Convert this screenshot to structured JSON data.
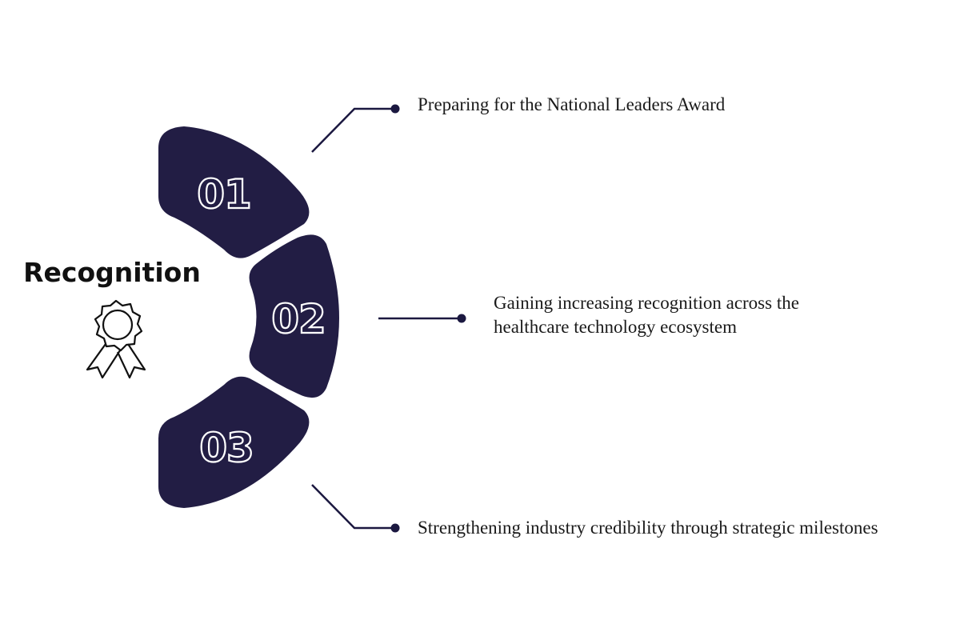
{
  "title": "Recognition",
  "badge_icon": "award-ribbon-icon",
  "colors": {
    "segment": "#221d44",
    "connector": "#1b1840",
    "text": "#1a1a1a"
  },
  "items": [
    {
      "number": "01",
      "lines": [
        "Preparing for the National Leaders Award"
      ]
    },
    {
      "number": "02",
      "lines": [
        "Gaining increasing recognition across the",
        "healthcare technology ecosystem"
      ]
    },
    {
      "number": "03",
      "lines": [
        "Strengthening industry credibility through strategic milestones"
      ]
    }
  ]
}
